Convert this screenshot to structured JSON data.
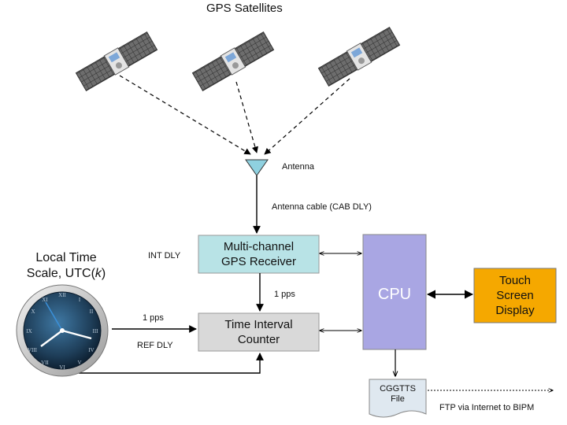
{
  "title": "GPS Satellites",
  "antenna_label": "Antenna",
  "cable_label": "Antenna cable (CAB DLY)",
  "int_dly_label": "INT DLY",
  "ref_dly_label": "REF DLY",
  "pps_left_label": "1 pps",
  "pps_mid_label": "1 pps",
  "clock": {
    "line1": "Local Time",
    "line2_prefix": "Scale, UTC(",
    "line2_var": "k",
    "line2_suffix": ")"
  },
  "receiver": {
    "line1": "Multi-channel",
    "line2": "GPS Receiver"
  },
  "counter": {
    "line1": "Time Interval",
    "line2": "Counter"
  },
  "cpu_label": "CPU",
  "touch": {
    "line1": "Touch",
    "line2": "Screen",
    "line3": "Display"
  },
  "file": {
    "line1": "CGGTTS",
    "line2": "File"
  },
  "ftp_label": "FTP via Internet to BIPM",
  "colors": {
    "receiver_fill": "#b8e3e6",
    "counter_fill": "#d9d9d9",
    "cpu_fill": "#a9a6e3",
    "touch_fill": "#f5a800",
    "file_fill": "#dfe8f0",
    "antenna_fill": "#8fd1e0",
    "clock_face": "#1f3f5a"
  },
  "icons": [
    "satellite-icon",
    "antenna-icon",
    "clock-icon",
    "document-icon"
  ]
}
